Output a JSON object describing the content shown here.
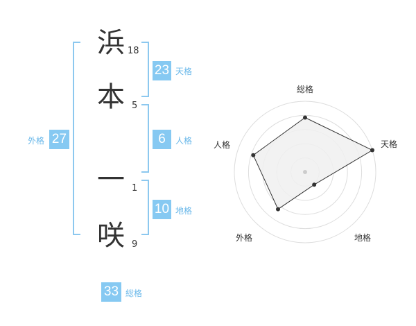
{
  "name_chars": [
    {
      "char": "浜",
      "strokes": "18"
    },
    {
      "char": "本",
      "strokes": "5"
    },
    {
      "char": "一",
      "strokes": "1"
    },
    {
      "char": "咲",
      "strokes": "9"
    }
  ],
  "fortunes": {
    "tenkaku": {
      "value": "23",
      "label": "天格"
    },
    "jinkaku": {
      "value": "6",
      "label": "人格"
    },
    "chikaku": {
      "value": "10",
      "label": "地格"
    },
    "gaikaku": {
      "value": "27",
      "label": "外格"
    },
    "soukaku": {
      "value": "33",
      "label": "総格"
    }
  },
  "radar": {
    "axes": [
      "総格",
      "天格",
      "地格",
      "外格",
      "人格"
    ],
    "levels": 5,
    "scores": [
      0.77,
      1.0,
      0.22,
      0.65,
      0.77
    ],
    "ring_color": "#dddddd",
    "fill_color": "#f0f0f0",
    "line_color": "#333333"
  },
  "colors": {
    "accent": "#86c9f2",
    "bracket": "#8cc8ef",
    "label": "#6ab8ea"
  }
}
